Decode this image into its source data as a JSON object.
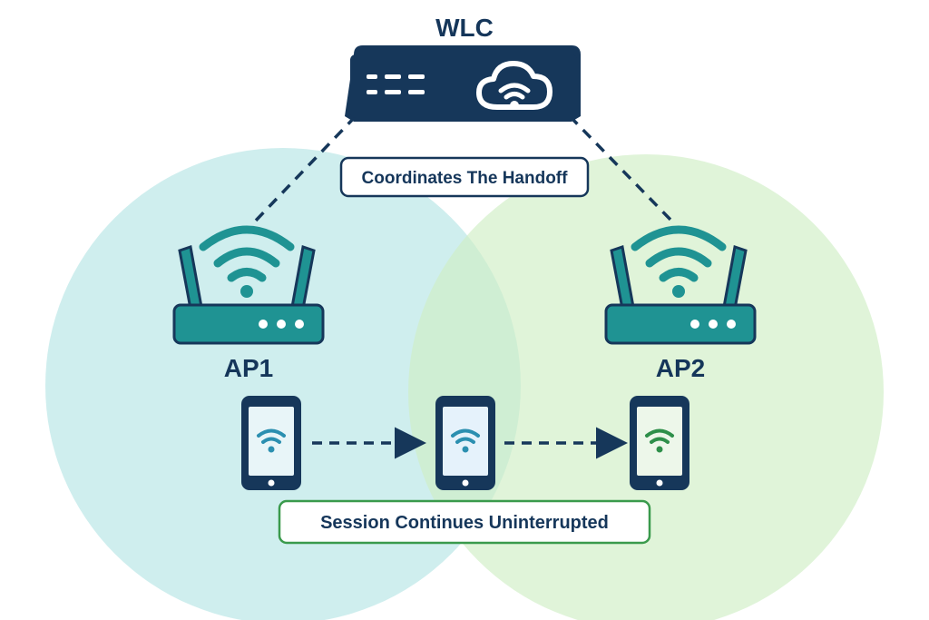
{
  "controller": {
    "title": "WLC",
    "icon": "cloud-wifi-icon"
  },
  "callouts": {
    "handoff": "Coordinates The Handoff",
    "session": "Session Continues Uninterrupted"
  },
  "access_points": [
    {
      "label": "AP1",
      "color": "#1e9a9a"
    },
    {
      "label": "AP2",
      "color": "#1e9a9a"
    }
  ],
  "devices": [
    {
      "id": "phone-1",
      "signal_color": "#2b8fb0"
    },
    {
      "id": "phone-2",
      "signal_color": "#2b8fb0"
    },
    {
      "id": "phone-3",
      "signal_color": "#2e8f4a"
    }
  ],
  "colors": {
    "controller_body": "#16375a",
    "ap1_coverage": "#c9ecec",
    "ap2_coverage": "#d7f0cc",
    "ap_body": "#1f9393",
    "phone_body": "#16375a",
    "session_border": "#3a9a4c",
    "handoff_border": "#16375a",
    "dashes": "#16375a"
  }
}
